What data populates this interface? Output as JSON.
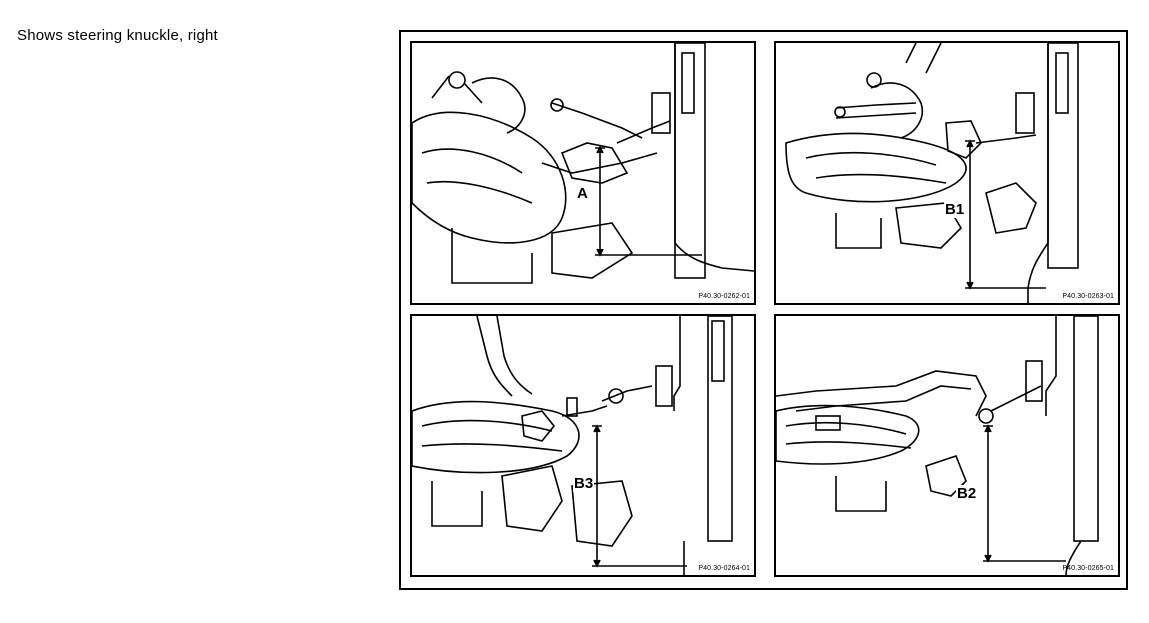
{
  "caption": "Shows steering knuckle, right",
  "panels": [
    {
      "label": "A",
      "ref": "P40.30-0262-01"
    },
    {
      "label": "B1",
      "ref": "P40.30-0263-01"
    },
    {
      "label": "B3",
      "ref": "P40.30-0264-01"
    },
    {
      "label": "B2",
      "ref": "P40.30-0265-01"
    }
  ]
}
